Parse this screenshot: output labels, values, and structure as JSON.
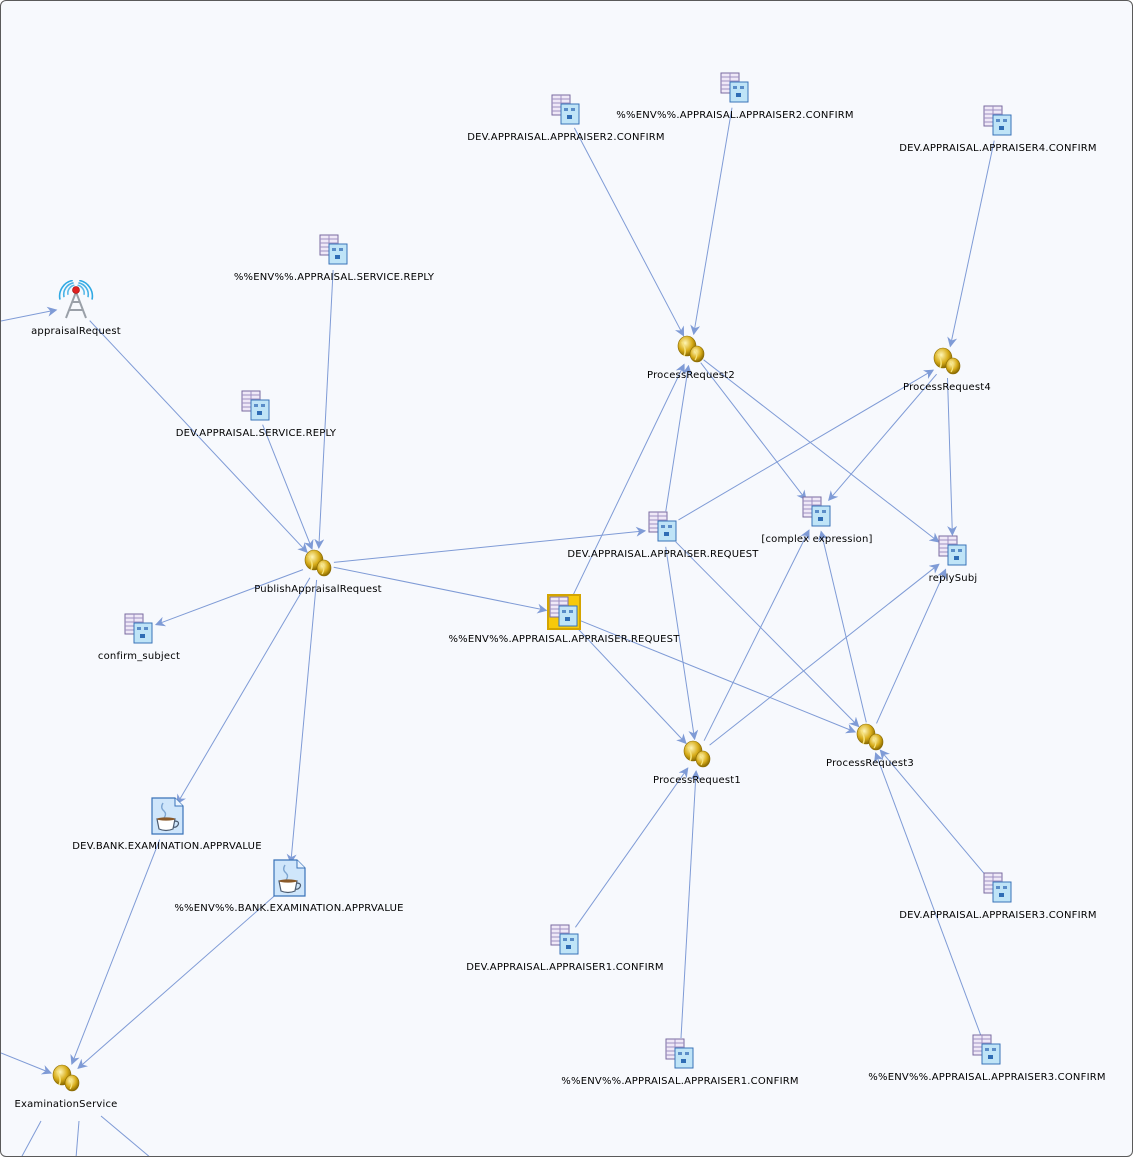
{
  "graph": {
    "nodes": [
      {
        "id": "n_ar",
        "type": "antenna",
        "label": "appraisalRequest"
      },
      {
        "id": "n_envsr",
        "type": "queue",
        "label": "%%ENV%%.APPRAISAL.SERVICE.REPLY"
      },
      {
        "id": "n_devsr",
        "type": "queue",
        "label": "DEV.APPRAISAL.SERVICE.REPLY"
      },
      {
        "id": "n_par",
        "type": "process",
        "label": "PublishAppraisalRequest"
      },
      {
        "id": "n_cs",
        "type": "queue",
        "label": "confirm_subject"
      },
      {
        "id": "n_devbank",
        "type": "java",
        "label": "DEV.BANK.EXAMINATION.APPRVALUE"
      },
      {
        "id": "n_envbank",
        "type": "java",
        "label": "%%ENV%%.BANK.EXAMINATION.APPRVALUE"
      },
      {
        "id": "n_es",
        "type": "process",
        "label": "ExaminationService"
      },
      {
        "id": "n_dev2c",
        "type": "queue",
        "label": "DEV.APPRAISAL.APPRAISER2.CONFIRM"
      },
      {
        "id": "n_env2c",
        "type": "queue",
        "label": "%%ENV%%.APPRAISAL.APPRAISER2.CONFIRM"
      },
      {
        "id": "n_dev4c",
        "type": "queue",
        "label": "DEV.APPRAISAL.APPRAISER4.CONFIRM"
      },
      {
        "id": "n_pr2",
        "type": "process",
        "label": "ProcessRequest2"
      },
      {
        "id": "n_pr4",
        "type": "process",
        "label": "ProcessRequest4"
      },
      {
        "id": "n_cx",
        "type": "queue",
        "label": "[complex expression]"
      },
      {
        "id": "n_devreq",
        "type": "queue",
        "label": "DEV.APPRAISAL.APPRAISER.REQUEST"
      },
      {
        "id": "n_rs",
        "type": "queue",
        "label": "replySubj"
      },
      {
        "id": "n_envreq",
        "type": "queue",
        "label": "%%ENV%%.APPRAISAL.APPRAISER.REQUEST",
        "selected": true
      },
      {
        "id": "n_pr1",
        "type": "process",
        "label": "ProcessRequest1"
      },
      {
        "id": "n_pr3",
        "type": "process",
        "label": "ProcessRequest3"
      },
      {
        "id": "n_dev3c",
        "type": "queue",
        "label": "DEV.APPRAISAL.APPRAISER3.CONFIRM"
      },
      {
        "id": "n_dev1c",
        "type": "queue",
        "label": "DEV.APPRAISAL.APPRAISER1.CONFIRM"
      },
      {
        "id": "n_env1c",
        "type": "queue",
        "label": "%%ENV%%.APPRAISAL.APPRAISER1.CONFIRM"
      },
      {
        "id": "n_env3c",
        "type": "queue",
        "label": "%%ENV%%.APPRAISAL.APPRAISER3.CONFIRM"
      }
    ],
    "edges": [
      {
        "from": "offscreen-left",
        "to": "n_ar"
      },
      {
        "from": "n_ar",
        "to": "n_par"
      },
      {
        "from": "n_envsr",
        "to": "n_par"
      },
      {
        "from": "n_devsr",
        "to": "n_par"
      },
      {
        "from": "n_par",
        "to": "n_cs"
      },
      {
        "from": "n_par",
        "to": "n_devbank"
      },
      {
        "from": "n_par",
        "to": "n_envbank"
      },
      {
        "from": "n_par",
        "to": "n_devreq"
      },
      {
        "from": "n_par",
        "to": "n_envreq"
      },
      {
        "from": "n_devbank",
        "to": "n_es"
      },
      {
        "from": "n_envbank",
        "to": "n_es"
      },
      {
        "from": "offscreen-left",
        "to": "n_es"
      },
      {
        "from": "n_dev2c",
        "to": "n_pr2"
      },
      {
        "from": "n_env2c",
        "to": "n_pr2"
      },
      {
        "from": "n_dev4c",
        "to": "n_pr4"
      },
      {
        "from": "n_pr2",
        "to": "n_cx"
      },
      {
        "from": "n_pr2",
        "to": "n_rs"
      },
      {
        "from": "n_pr4",
        "to": "n_cx"
      },
      {
        "from": "n_pr4",
        "to": "n_rs"
      },
      {
        "from": "n_devreq",
        "to": "n_pr2"
      },
      {
        "from": "n_devreq",
        "to": "n_pr4"
      },
      {
        "from": "n_devreq",
        "to": "n_pr1"
      },
      {
        "from": "n_devreq",
        "to": "n_pr3"
      },
      {
        "from": "n_envreq",
        "to": "n_pr2"
      },
      {
        "from": "n_envreq",
        "to": "n_pr1"
      },
      {
        "from": "n_envreq",
        "to": "n_pr3"
      },
      {
        "from": "n_pr1",
        "to": "n_cx"
      },
      {
        "from": "n_pr1",
        "to": "n_rs"
      },
      {
        "from": "n_pr3",
        "to": "n_cx"
      },
      {
        "from": "n_pr3",
        "to": "n_rs"
      },
      {
        "from": "n_dev1c",
        "to": "n_pr1"
      },
      {
        "from": "n_env1c",
        "to": "n_pr1"
      },
      {
        "from": "n_dev3c",
        "to": "n_pr3"
      },
      {
        "from": "n_env3c",
        "to": "n_pr3"
      }
    ]
  },
  "colors": {
    "background": "#f7f9fd",
    "edge": "#7f9bd6",
    "selection": "#f7c90a"
  },
  "icons": {
    "queue": "destination-queue-icon",
    "process": "process-starter-icon",
    "antenna": "signal-antenna-icon",
    "java": "java-class-icon"
  }
}
